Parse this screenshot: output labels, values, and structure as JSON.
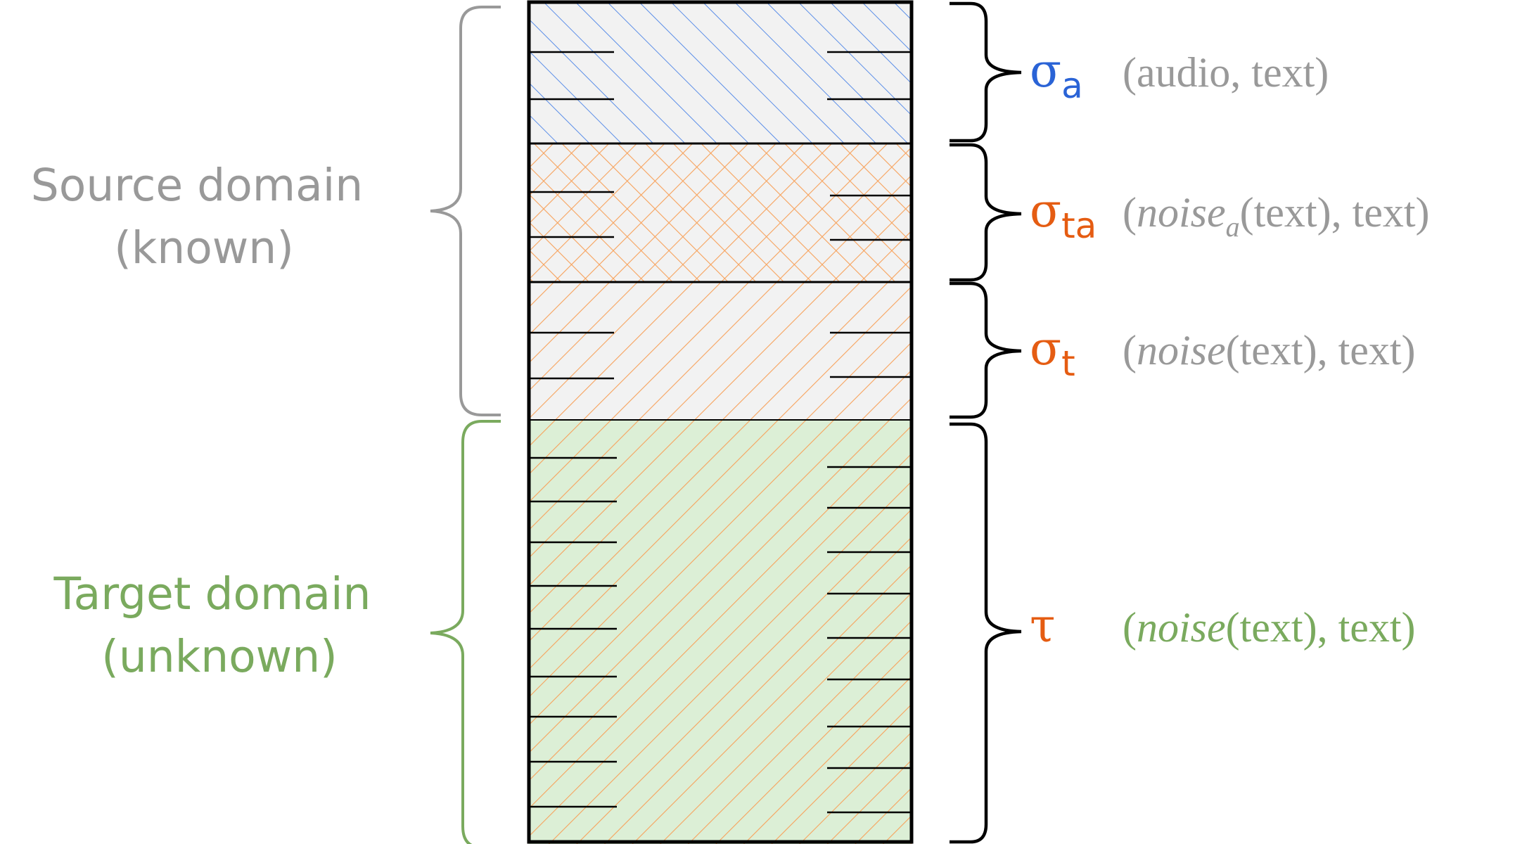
{
  "colors": {
    "gray": "#999999",
    "green": "#7aaa5e",
    "blue": "#2a63d6",
    "orange": "#e55c12",
    "block_gray_fill": "#f2f2f2",
    "block_green_fill": "#dcefd6",
    "hatch_blue": "#5b8ee8",
    "hatch_orange": "#f7a25c",
    "outline": "#000000"
  },
  "left_labels": {
    "source": {
      "line1": "Source domain",
      "line2": "(known)"
    },
    "target": {
      "line1": "Target domain",
      "line2": "(unknown)"
    }
  },
  "segments": [
    {
      "id": "sigma-a",
      "symbol": "σ",
      "subscript": "a",
      "description": {
        "prefix": "(audio, text)",
        "italic": "",
        "italic_sub": "",
        "rest": ""
      }
    },
    {
      "id": "sigma-ta",
      "symbol": "σ",
      "subscript": "ta",
      "description": {
        "prefix": "(",
        "italic": "noise",
        "italic_sub": "a",
        "rest": "(text), text)"
      }
    },
    {
      "id": "sigma-t",
      "symbol": "σ",
      "subscript": "t",
      "description": {
        "prefix": "(",
        "italic": "noise",
        "italic_sub": "",
        "rest": "(text), text)"
      }
    },
    {
      "id": "tau",
      "symbol": "τ",
      "subscript": "",
      "description": {
        "prefix": "(",
        "italic": "noise",
        "italic_sub": "",
        "rest": "(text), text)"
      }
    }
  ]
}
